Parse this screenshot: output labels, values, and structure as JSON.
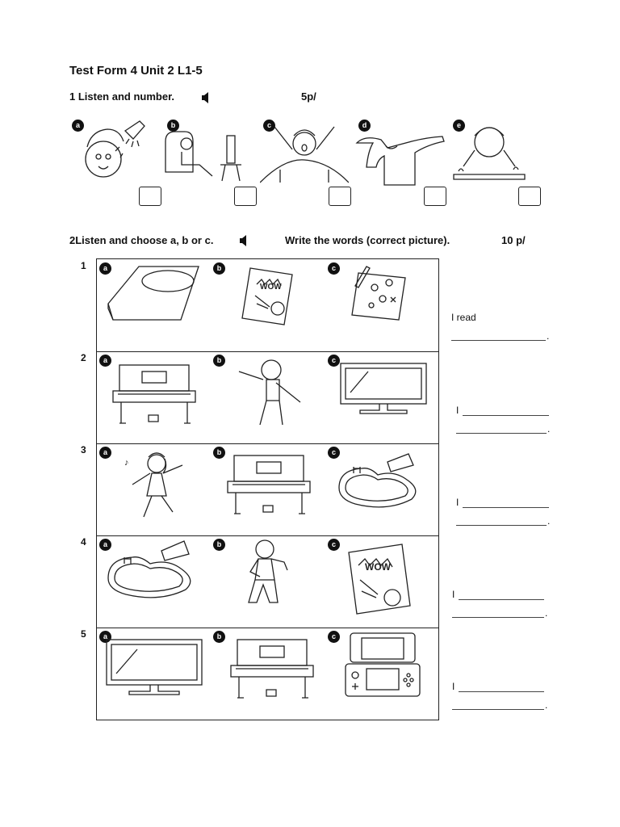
{
  "title": "Test Form 4 Unit 2 L1-5",
  "exercise1": {
    "heading": "1 Listen and number.",
    "points": "5p/",
    "speaker_icon": "speaker-icon",
    "pictures": [
      {
        "letter": "a",
        "icon": "shower-boy-icon"
      },
      {
        "letter": "b",
        "icon": "boy-watching-tv-icon"
      },
      {
        "letter": "c",
        "icon": "boy-waking-up-icon"
      },
      {
        "letter": "d",
        "icon": "boy-getting-dressed-icon"
      },
      {
        "letter": "e",
        "icon": "boy-washing-face-icon"
      }
    ]
  },
  "exercise2": {
    "heading": "2Listen and choose a, b or c.",
    "instruction": "Write the words (correct picture).",
    "points": "10 p/",
    "speaker_icon": "speaker-icon",
    "letters": [
      "a",
      "b",
      "c"
    ],
    "rows": [
      {
        "number": "1",
        "icons": [
          "book-icon",
          "comic-book-icon",
          "drawing-book-icon"
        ],
        "answer_prefix": "I read",
        "answer_suffix": "."
      },
      {
        "number": "2",
        "icons": [
          "piano-icon",
          "dancing-boy-icon",
          "tv-icon"
        ],
        "answer_prefix": "I",
        "answer_suffix": "."
      },
      {
        "number": "3",
        "icons": [
          "dancing-girl-icon",
          "piano-icon",
          "swimming-pool-icon"
        ],
        "answer_prefix": "I",
        "answer_suffix": "."
      },
      {
        "number": "4",
        "icons": [
          "swimming-pool-icon",
          "karate-boy-icon",
          "comic-book-icon"
        ],
        "answer_prefix": "I",
        "answer_suffix": "."
      },
      {
        "number": "5",
        "icons": [
          "tv-icon",
          "piano-icon",
          "game-console-icon"
        ],
        "answer_prefix": "I",
        "answer_suffix": "."
      }
    ]
  }
}
